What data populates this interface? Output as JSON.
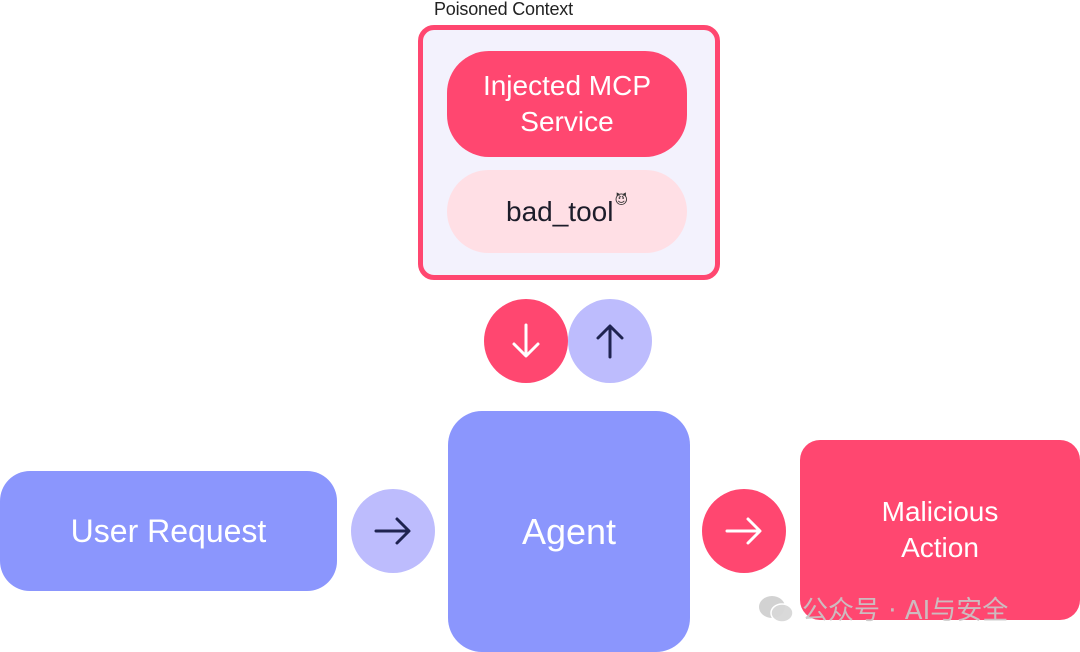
{
  "context": {
    "label": "Poisoned Context",
    "service_line1": "Injected MCP",
    "service_line2": "Service",
    "tool_name": "bad_tool",
    "tool_marker": "😈"
  },
  "flow": {
    "user_request": "User Request",
    "agent": "Agent",
    "action_line1": "Malicious",
    "action_line2": "Action"
  },
  "icons": {
    "down": "arrow-down-icon",
    "up": "arrow-up-icon",
    "right": "arrow-right-icon"
  },
  "colors": {
    "danger": "#ff4770",
    "danger_light": "#ffdfe5",
    "accent": "#8b96fd",
    "accent_light": "#bdbcfd",
    "context_bg": "#f3f2fd"
  },
  "watermark": "公众号 · AI与安全"
}
